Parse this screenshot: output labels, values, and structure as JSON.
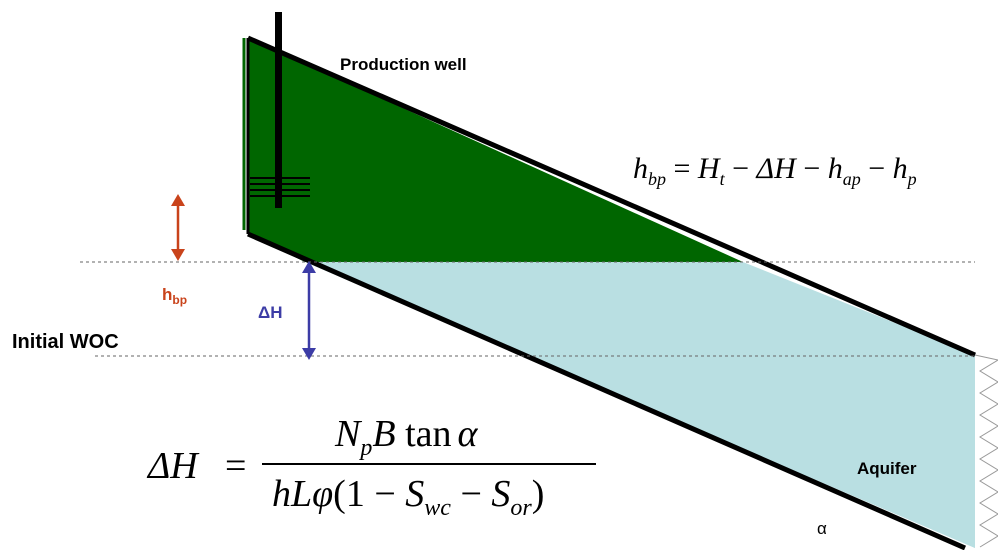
{
  "labels": {
    "production_well": "Production well",
    "initial_woc": "Initial WOC",
    "aquifer": "Aquifer",
    "alpha": "α",
    "delta_h": "ΔH",
    "h_bp_main": "h",
    "h_bp_sub": "bp"
  },
  "equation_hbp": {
    "lhs_main": "h",
    "lhs_sub": "bp",
    "eq": " = ",
    "ht_main": "H",
    "ht_sub": "t",
    "minus1": " − ",
    "dh": "ΔH",
    "minus2": " − ",
    "hap_main": "h",
    "hap_sub": "ap",
    "minus3": " − ",
    "hp_main": "h",
    "hp_sub": "p"
  },
  "equation_dh": {
    "lhs": "ΔH",
    "eq": "=",
    "num_Np_main": "N",
    "num_Np_sub": "p",
    "num_B": "B",
    "num_tan": " tan",
    "num_alpha": "α",
    "den_h": "h",
    "den_L": "L",
    "den_phi": "φ",
    "den_open": "(1 − ",
    "den_Swc_main": "S",
    "den_Swc_sub": "wc",
    "den_minus": " − ",
    "den_Sor_main": "S",
    "den_Sor_sub": "or",
    "den_close": ")"
  },
  "colors": {
    "oil": "#006600",
    "water": "#b9dfe2",
    "outline": "#000000",
    "hbp_arrow": "#c9431b",
    "dh_arrow": "#3c3ca6",
    "dashed": "#666666"
  }
}
